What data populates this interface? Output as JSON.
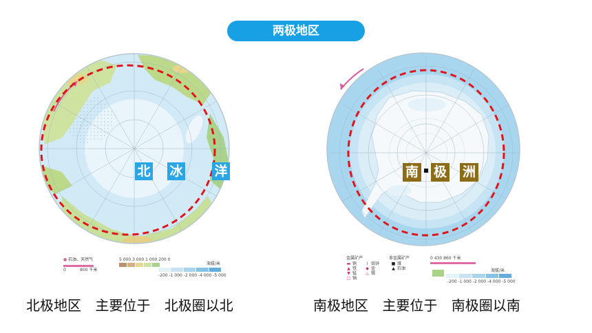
{
  "slide": {
    "title": "两极地区"
  },
  "arctic": {
    "labels": [
      "北",
      "冰",
      "洋"
    ],
    "caption": {
      "region": "北极地区",
      "verb": "主要位于",
      "location": "北极圈以北"
    },
    "legend": {
      "resource": "石油、天然气",
      "scale_start": "0",
      "scale_end": "800 千米",
      "land_ticks": "5 000 3 000 1 000 200 0",
      "elevation_title": "海拔/米",
      "sea_ticks": "-200  -1 000  -2 000  -4 000  -5 000"
    }
  },
  "antarctic": {
    "labels": [
      "南",
      "极",
      "洲"
    ],
    "caption": {
      "region": "南极地区",
      "verb": "主要位于",
      "location": "南极圈以南"
    },
    "legend": {
      "metal_title": "金属矿产",
      "nonmetal_title": "非金属矿产",
      "metals": [
        {
          "icon": "copper-icon",
          "name": "铜"
        },
        {
          "icon": "iron-icon",
          "name": "铁"
        },
        {
          "icon": "manganese-icon",
          "name": "锰"
        },
        {
          "icon": "uranium-icon",
          "name": "铀"
        }
      ],
      "metals_col2": [
        {
          "icon": "lead-zinc-icon",
          "name": "铅锌"
        },
        {
          "icon": "gold-icon",
          "name": "金"
        },
        {
          "icon": "tin-icon",
          "name": "锡"
        }
      ],
      "nonmetals": [
        {
          "icon": "coal-icon",
          "name": "煤"
        },
        {
          "icon": "oil-icon",
          "name": "石油"
        }
      ],
      "scale": "0     430     860 千米",
      "elevation_title": "海拔/米",
      "sea_ticks": "-200  -1 000  -2 000  -4 000  -5 000"
    }
  },
  "colors": {
    "accent": "#17a0e4",
    "arctic_label": "#2aa6e6",
    "antarctic_label": "#8c6c18",
    "polar_circle": "#e0151b"
  }
}
